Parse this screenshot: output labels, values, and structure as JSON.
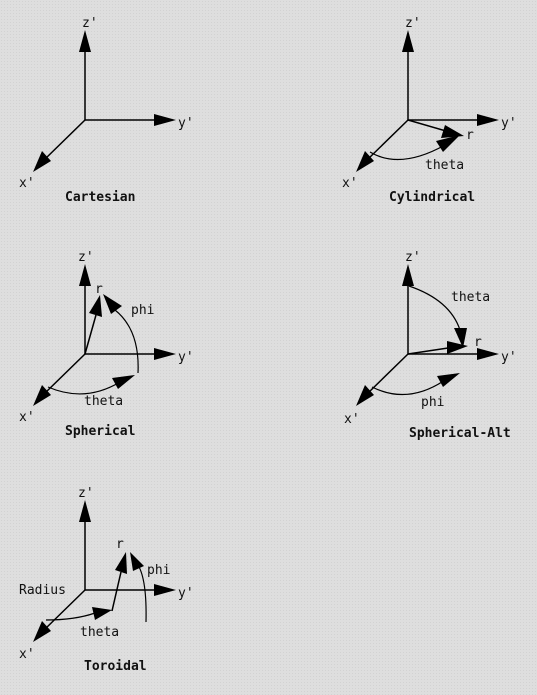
{
  "diagrams": {
    "cartesian": {
      "caption": "Cartesian",
      "z": "z'",
      "y": "y'",
      "x": "x'"
    },
    "cylindrical": {
      "caption": "Cylindrical",
      "z": "z'",
      "y": "y'",
      "x": "x'",
      "r": "r",
      "theta": "theta"
    },
    "spherical": {
      "caption": "Spherical",
      "z": "z'",
      "y": "y'",
      "x": "x'",
      "r": "r",
      "phi": "phi",
      "theta": "theta"
    },
    "spherical_alt": {
      "caption": "Spherical-Alt",
      "z": "z'",
      "y": "y'",
      "x": "x'",
      "r": "r",
      "theta": "theta",
      "phi": "phi"
    },
    "toroidal": {
      "caption": "Toroidal",
      "z": "z'",
      "y": "y'",
      "x": "x'",
      "r": "r",
      "phi": "phi",
      "theta": "theta",
      "radius": "Radius"
    }
  }
}
